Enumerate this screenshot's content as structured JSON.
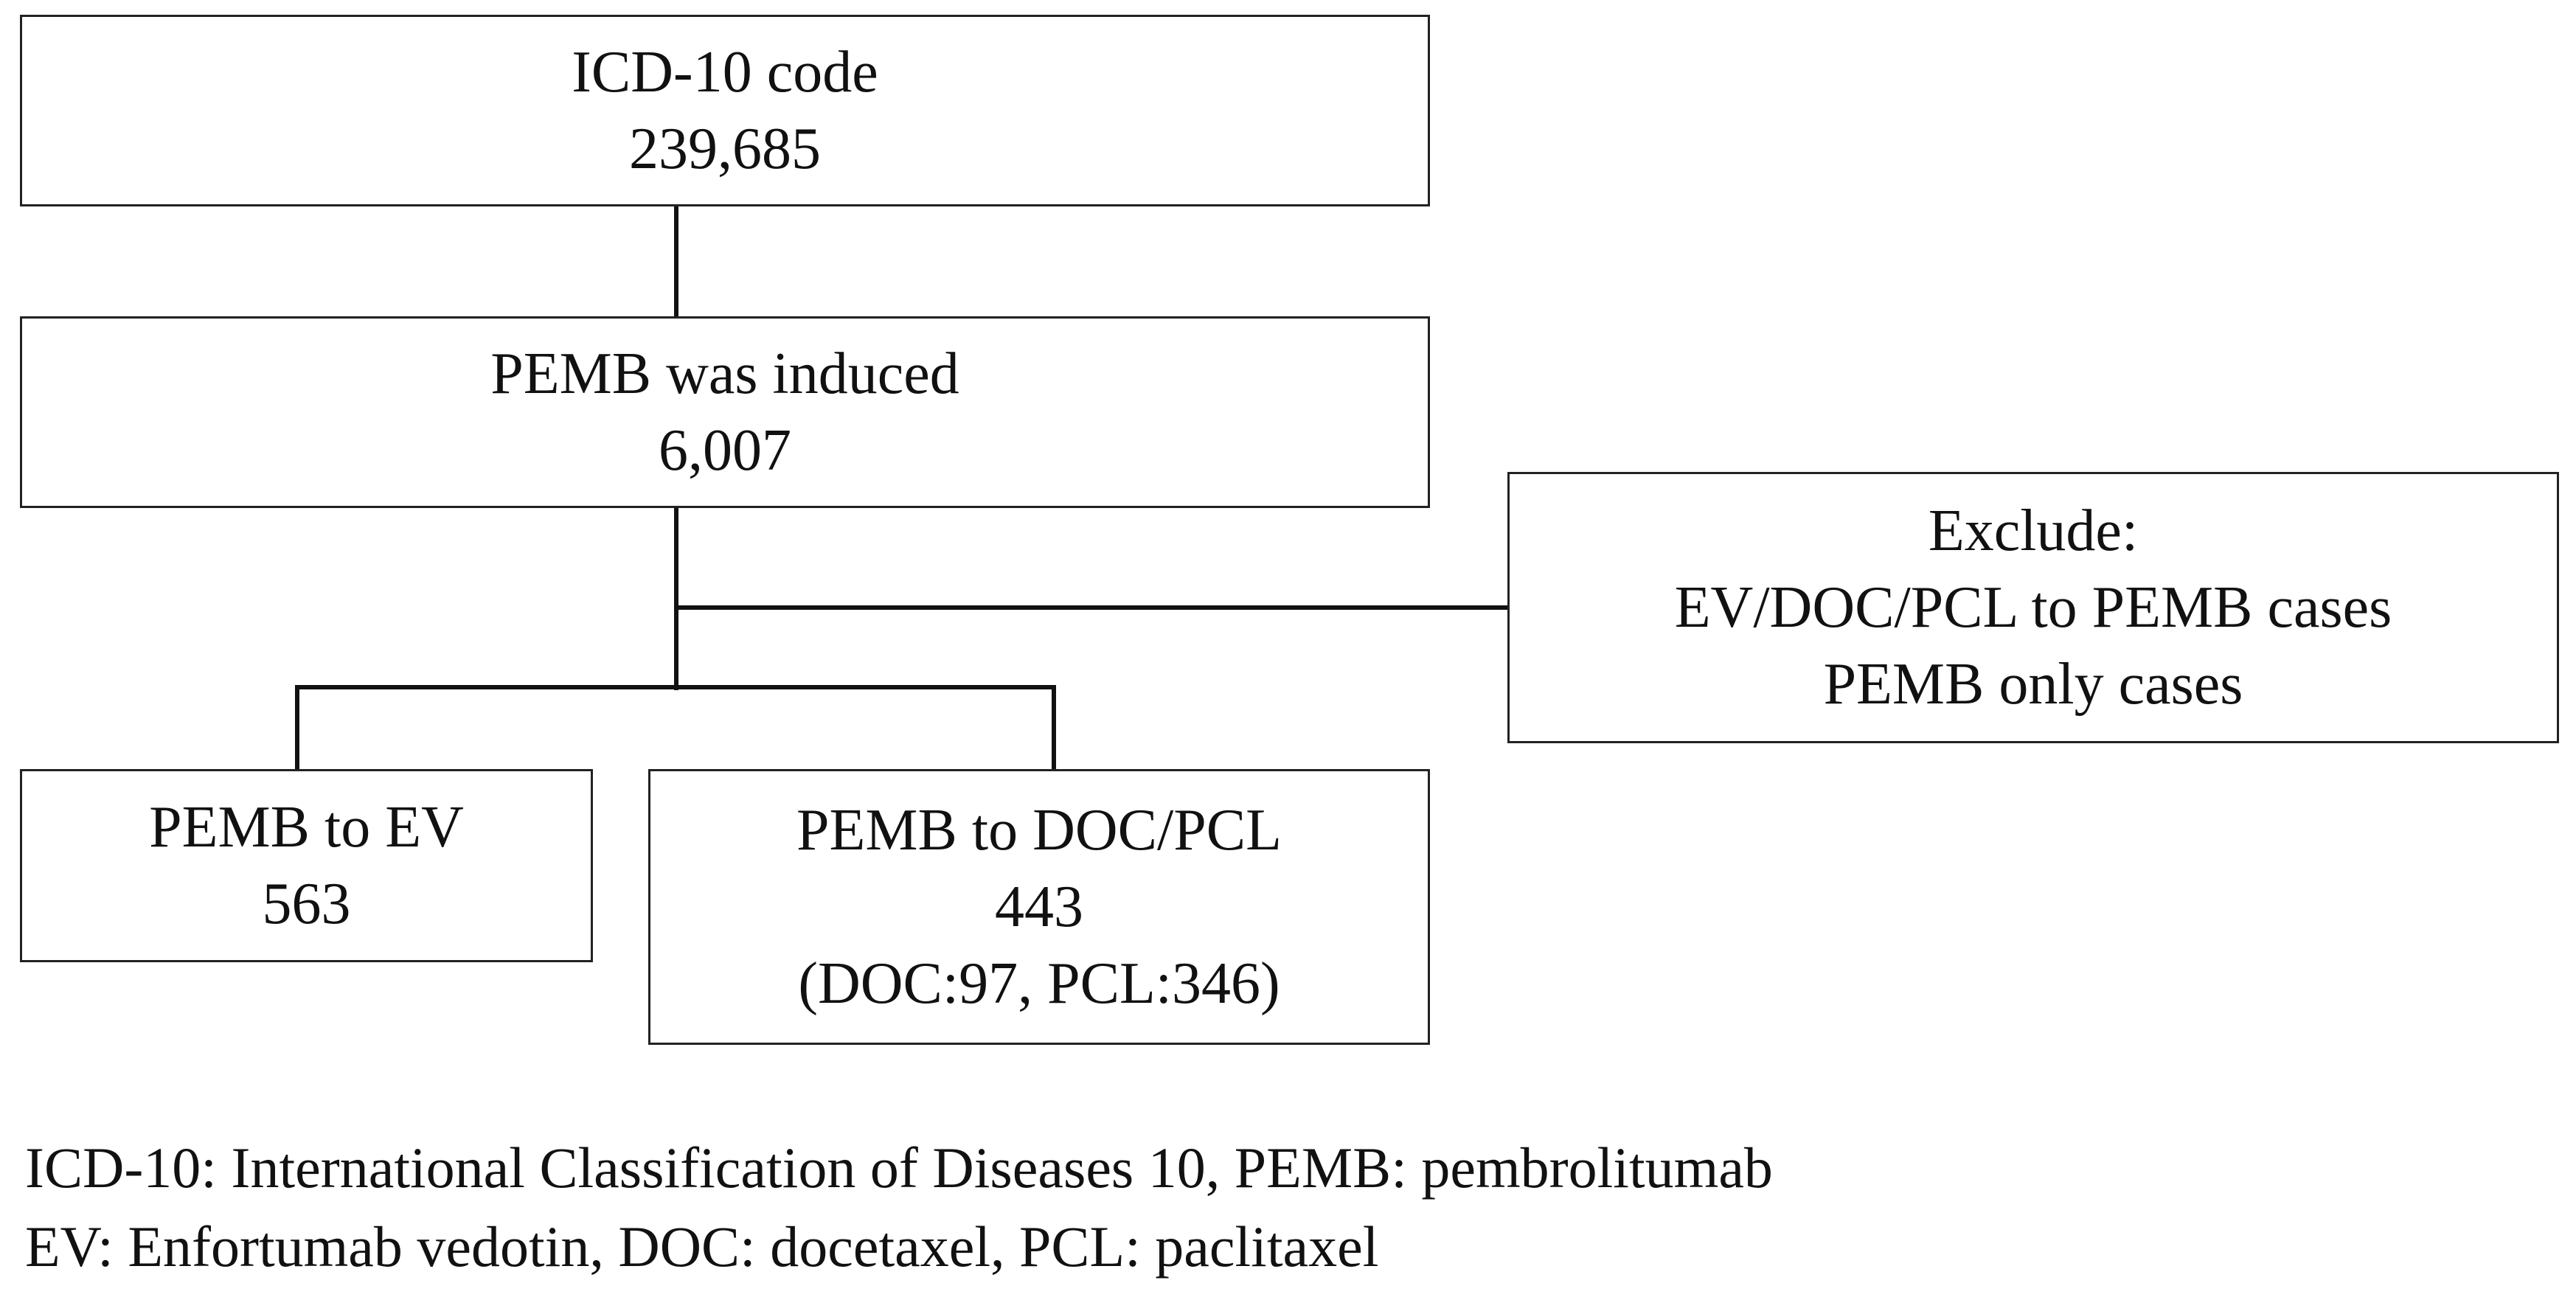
{
  "boxes": {
    "icd": {
      "line1": "ICD-10 code",
      "line2": "239,685"
    },
    "pemb_induced": {
      "line1": "PEMB was induced",
      "line2": "6,007"
    },
    "exclude": {
      "line1": "Exclude:",
      "line2": "EV/DOC/PCL to PEMB cases",
      "line3": "PEMB only cases"
    },
    "pemb_to_ev": {
      "line1": "PEMB to EV",
      "line2": "563"
    },
    "pemb_to_doc_pcl": {
      "line1": "PEMB to DOC/PCL",
      "line2": "443",
      "line3": "(DOC:97, PCL:346)"
    }
  },
  "legend": {
    "line1": "ICD-10: International Classification of Diseases 10, PEMB: pembrolitumab",
    "line2": "EV: Enfortumab vedotin, DOC: docetaxel, PCL: paclitaxel"
  }
}
